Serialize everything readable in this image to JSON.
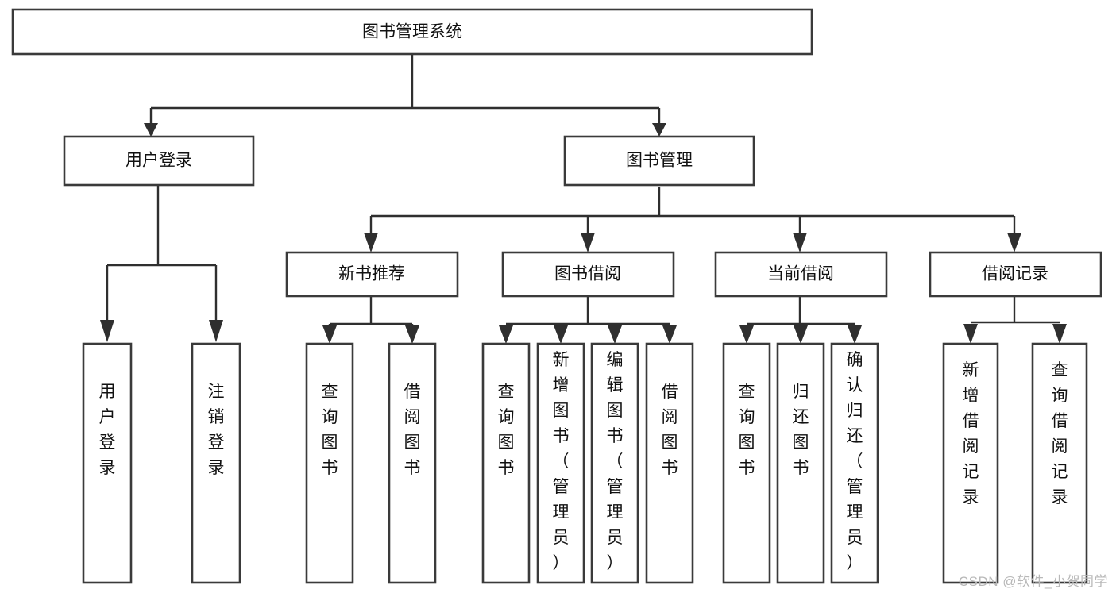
{
  "diagram": {
    "type": "tree-hierarchy",
    "title_node": {
      "id": "root",
      "label": "图书管理系统"
    },
    "level1": [
      {
        "id": "user-login",
        "label": "用户登录"
      },
      {
        "id": "book-manage",
        "label": "图书管理"
      }
    ],
    "level2": [
      {
        "id": "new-book-recommend",
        "label": "新书推荐",
        "parent": "book-manage"
      },
      {
        "id": "book-borrow",
        "label": "图书借阅",
        "parent": "book-manage"
      },
      {
        "id": "current-borrow",
        "label": "当前借阅",
        "parent": "book-manage"
      },
      {
        "id": "borrow-record",
        "label": "借阅记录",
        "parent": "book-manage"
      }
    ],
    "leaves": {
      "user-login": [
        {
          "id": "leaf-user-login",
          "label": "用户登录"
        },
        {
          "id": "leaf-user-logout",
          "label": "注销登录"
        }
      ],
      "new-book-recommend": [
        {
          "id": "leaf-query-book-1",
          "label": "查询图书"
        },
        {
          "id": "leaf-borrow-book-1",
          "label": "借阅图书"
        }
      ],
      "book-borrow": [
        {
          "id": "leaf-query-book-2",
          "label": "查询图书"
        },
        {
          "id": "leaf-add-book",
          "label": "新增图书（管理员）"
        },
        {
          "id": "leaf-edit-book",
          "label": "编辑图书（管理员）"
        },
        {
          "id": "leaf-borrow-book-2",
          "label": "借阅图书"
        }
      ],
      "current-borrow": [
        {
          "id": "leaf-query-book-3",
          "label": "查询图书"
        },
        {
          "id": "leaf-return-book",
          "label": "归还图书"
        },
        {
          "id": "leaf-confirm-return",
          "label": "确认归还（管理员）"
        }
      ],
      "borrow-record": [
        {
          "id": "leaf-add-record",
          "label": "新增借阅记录"
        },
        {
          "id": "leaf-query-record",
          "label": "查询借阅记录"
        }
      ]
    },
    "colors": {
      "box_stroke": "#3a3a3a",
      "box_fill": "#ffffff",
      "connector": "#2f2f2f",
      "text": "#111111",
      "background": "#ffffff",
      "watermark": "#b8b8b8"
    }
  },
  "watermark": {
    "text": "CSDN @软件_小贺同学"
  }
}
